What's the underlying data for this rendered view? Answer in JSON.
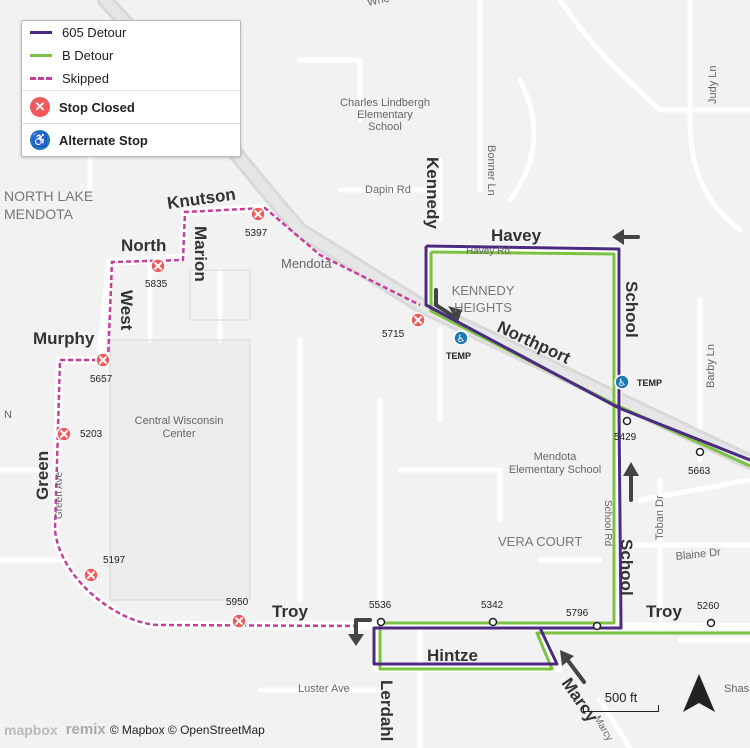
{
  "legend": {
    "detour605": "605 Detour",
    "detourB": "B Detour",
    "skipped": "Skipped",
    "stop_closed": "Stop Closed",
    "alternate_stop": "Alternate Stop"
  },
  "colors": {
    "route605": "#4b2a82",
    "routeB": "#7cc242",
    "skipped": "#c33f9a",
    "closed": "#f05a5a",
    "alternate": "#1f77b4"
  },
  "streets": {
    "knutson": "Knutson",
    "north": "North",
    "marion": "Marion",
    "west": "West",
    "murphy": "Murphy",
    "green": "Green",
    "kennedy": "Kennedy",
    "havey": "Havey",
    "school_north": "School",
    "northport": "Northport",
    "school_south": "School",
    "troy_west": "Troy",
    "troy_east": "Troy",
    "hintze": "Hintze",
    "lerdahl": "Lerdahl",
    "marcy": "Marcy"
  },
  "basemap_labels": {
    "whe": "Whe",
    "school_name": "Charles Lindbergh Elementary School",
    "dapin": "Dapin Rd",
    "bonner": "Bonner Ln",
    "judy": "Judy Ln",
    "barby": "Barby Ln",
    "north_lake": "NORTH LAKE",
    "mendota_area": "MENDOTA",
    "mendota_road": "Mendota",
    "kennedy_heights_1": "KENNEDY",
    "kennedy_heights_2": "HEIGHTS",
    "havey_rd": "Havey Rd",
    "center": "Central Wisconsin Center",
    "mendota_school": "Mendota Elementary School",
    "vera_court": "VERA COURT",
    "toban": "Toban Dr",
    "blaine": "Blaine Dr",
    "green_ave": "Green Ave",
    "school_rd": "School Rd",
    "luster": "Luster Ave",
    "marcy_small": "Marcy",
    "shas": "Shas",
    "n_edge": "N"
  },
  "stops": {
    "s5397": "5397",
    "s5835": "5835",
    "s5657": "5657",
    "s5203": "5203",
    "s5197": "5197",
    "s5950": "5950",
    "s5715": "5715",
    "s5536": "5536",
    "s5342": "5342",
    "s5796": "5796",
    "s5260": "5260",
    "s5429": "5429",
    "s5663": "5663"
  },
  "temp": {
    "left": "TEMP",
    "right": "TEMP"
  },
  "scale": "500 ft",
  "attribution": {
    "mapbox": "mapbox",
    "remix": "remix",
    "credits": "© Mapbox © OpenStreetMap"
  }
}
